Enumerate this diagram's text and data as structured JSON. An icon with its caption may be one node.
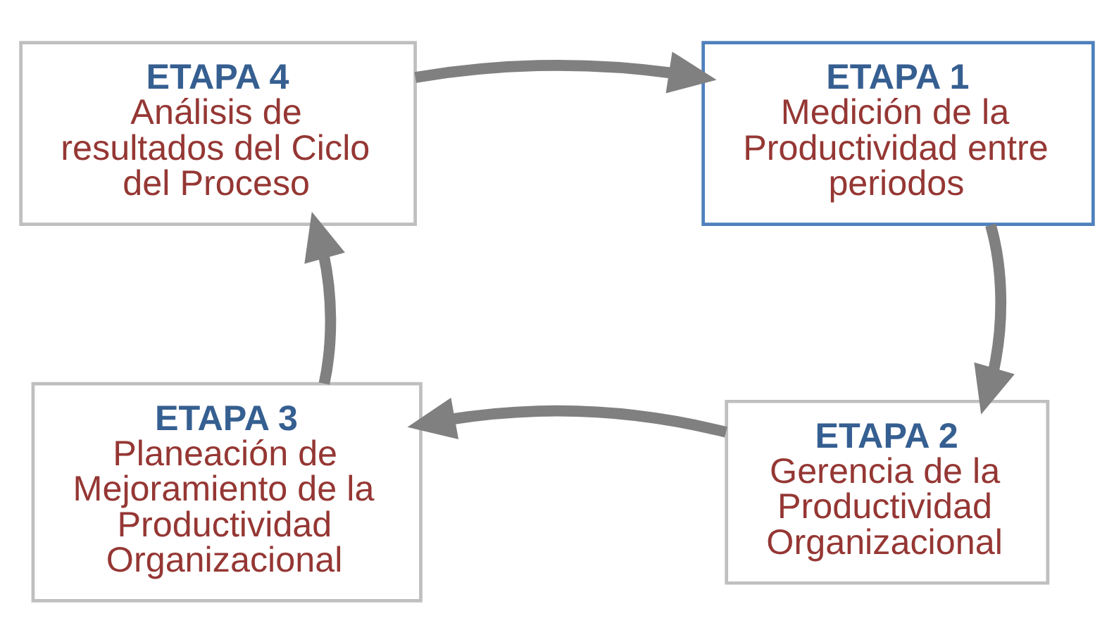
{
  "diagram": {
    "nodes": [
      {
        "text": [
          "ETAPA 4",
          "Análisis de resultados del Ciclo del Proceso"
        ]
      },
      {
        "text": [
          "ETAPA 1",
          "Medición de la Productividad entre periodos"
        ]
      },
      {
        "text": [
          "ETAPA 3",
          "Planeación de Mejoramiento de la Productividad Organizacional"
        ]
      },
      {
        "text": [
          "ETAPA 2",
          "Gerencia de la Productividad Organizacional"
        ]
      }
    ],
    "edges": [
      {
        "from": 0,
        "to": 1,
        "arrow": "to"
      },
      {
        "from": 1,
        "to": 3,
        "arrow": "to"
      },
      {
        "from": 3,
        "to": 2,
        "arrow": "to"
      },
      {
        "from": 2,
        "to": 0,
        "arrow": "to"
      }
    ]
  }
}
